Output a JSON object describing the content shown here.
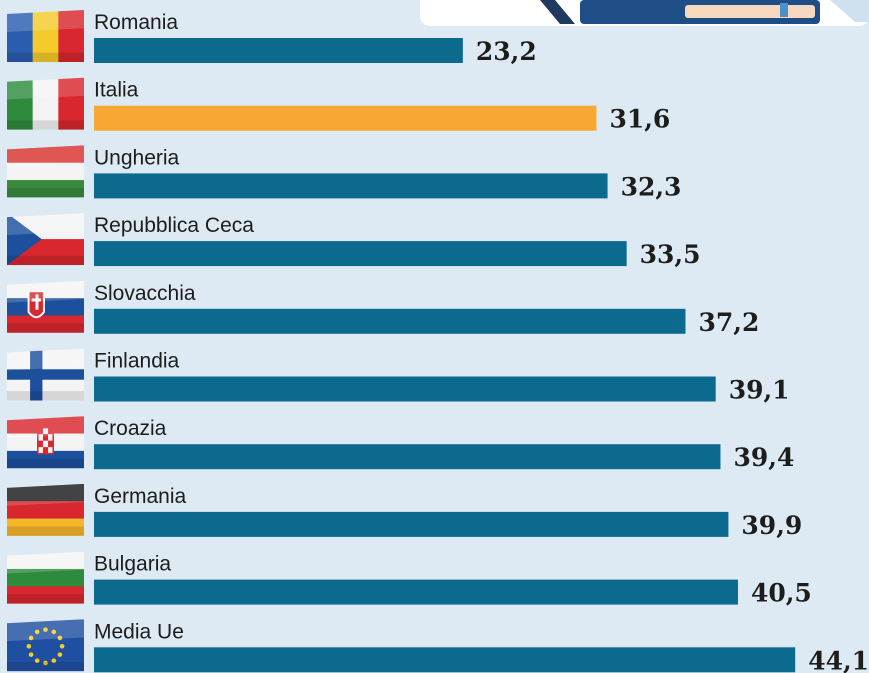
{
  "chart_data": {
    "type": "bar",
    "orientation": "horizontal",
    "categories": [
      "Romania",
      "Italia",
      "Ungheria",
      "Repubblica Ceca",
      "Slovacchia",
      "Finlandia",
      "Croazia",
      "Germania",
      "Bulgaria",
      "Media Ue"
    ],
    "values": [
      23.2,
      31.6,
      32.3,
      33.5,
      37.2,
      39.1,
      39.4,
      39.9,
      40.5,
      44.1
    ],
    "value_labels": [
      "23,2",
      "31,6",
      "32,3",
      "33,5",
      "37,2",
      "39,1",
      "39,4",
      "39,9",
      "40,5",
      "44,1"
    ],
    "flags": [
      "flag-romania-icon",
      "flag-italy-icon",
      "flag-hungary-icon",
      "flag-czech-icon",
      "flag-slovakia-icon",
      "flag-finland-icon",
      "flag-croatia-icon",
      "flag-germany-icon",
      "flag-bulgaria-icon",
      "flag-eu-icon"
    ],
    "highlight_index": 1,
    "colors": {
      "bar": "#0d6a8f",
      "highlight": "#f7a833",
      "background": "#dde9f3"
    },
    "xlim": [
      0,
      44.1
    ],
    "grid": false,
    "legend": "none"
  }
}
